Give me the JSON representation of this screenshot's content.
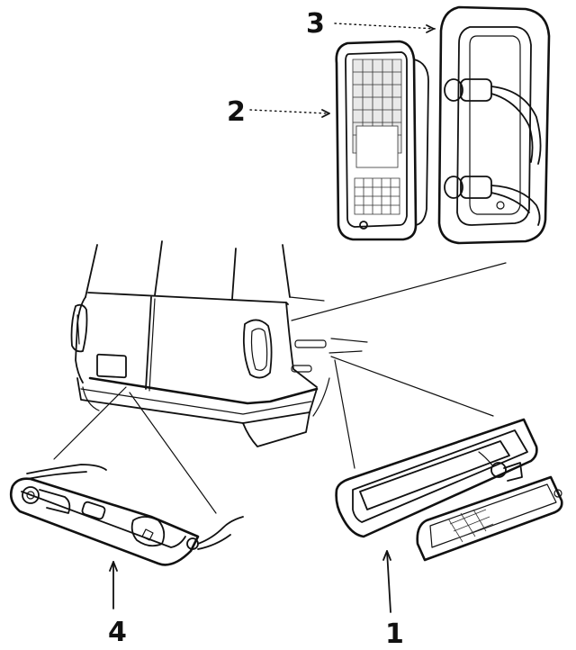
{
  "callouts": [
    {
      "id": "1",
      "label": "1"
    },
    {
      "id": "2",
      "label": "2"
    },
    {
      "id": "3",
      "label": "3"
    },
    {
      "id": "4",
      "label": "4"
    }
  ],
  "colors": {
    "ink": "#111111",
    "background": "#ffffff"
  }
}
